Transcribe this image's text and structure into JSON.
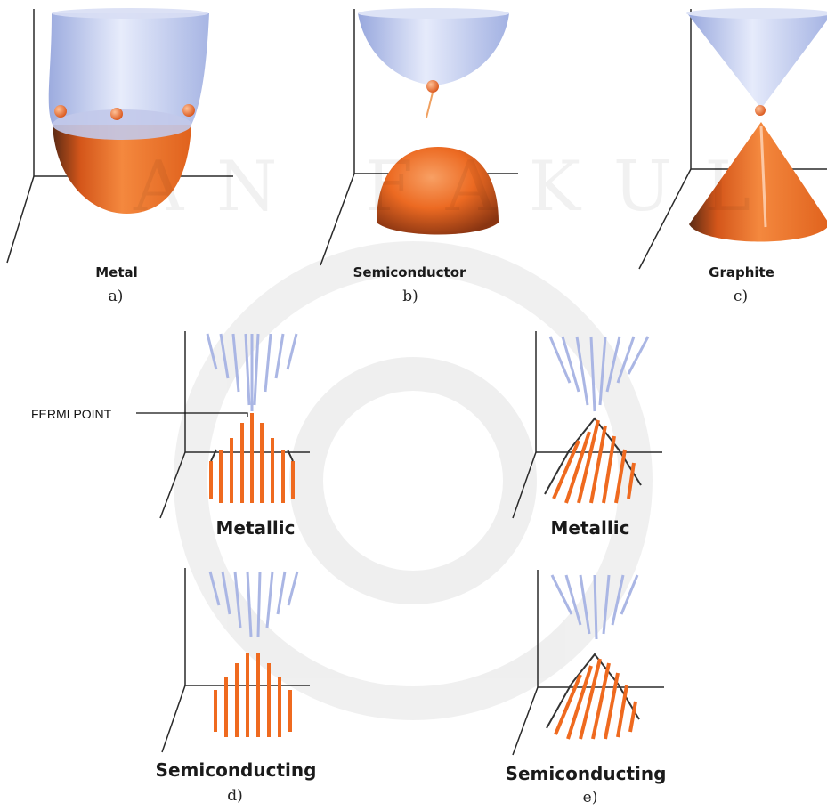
{
  "panels": {
    "a": {
      "material": "Metal",
      "letter": "a)"
    },
    "b": {
      "material": "Semiconductor",
      "letter": "b)"
    },
    "c": {
      "material": "Graphite",
      "letter": "c)"
    },
    "d": {
      "top_label": "Metallic",
      "bottom_label": "Semiconducting",
      "letter": "d)"
    },
    "e": {
      "top_label": "Metallic",
      "bottom_label": "Semiconducting",
      "letter": "e)"
    }
  },
  "annotation": {
    "fermi_point": "FERMI POINT"
  },
  "colors": {
    "conduction_band": "#b9c4ea",
    "valence_band": "#ef6a1f",
    "axis": "#2a2a2a",
    "label": "#1a1a1a"
  }
}
